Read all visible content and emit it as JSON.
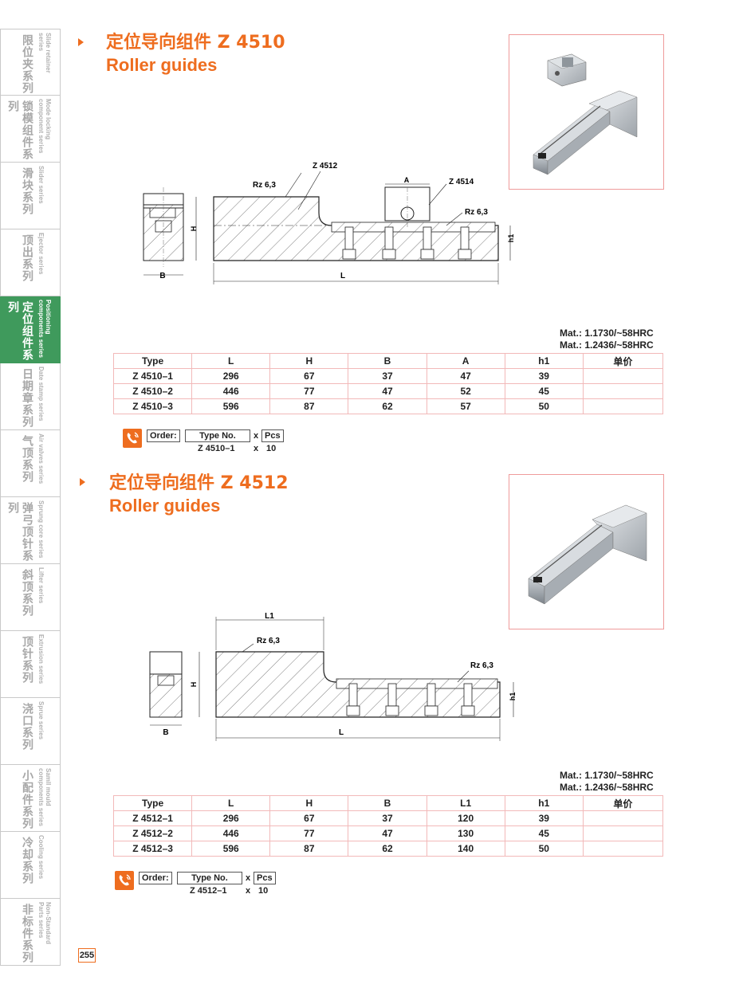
{
  "sidebar": {
    "tabs": [
      {
        "zh": "限位夹系列",
        "en": "Slide retainer series",
        "active": false
      },
      {
        "zh": "锁模组件系列",
        "en": "Mode locking\ncomponent series",
        "active": false
      },
      {
        "zh": "滑块系列",
        "en": "Slider series",
        "active": false
      },
      {
        "zh": "顶出系列",
        "en": "Ejector series",
        "active": false
      },
      {
        "zh": "定位组件系列",
        "en": "Positioning\ncomponents series",
        "active": true
      },
      {
        "zh": "日期章系列",
        "en": "Date stamp series",
        "active": false
      },
      {
        "zh": "气顶系列",
        "en": "Air valves series",
        "active": false
      },
      {
        "zh": "弹弓顶针系列",
        "en": "Sprung core series",
        "active": false
      },
      {
        "zh": "斜顶系列",
        "en": "Lifter series",
        "active": false
      },
      {
        "zh": "顶针系列",
        "en": "Extrusion series",
        "active": false
      },
      {
        "zh": "浇口系列",
        "en": "Sprue series",
        "active": false
      },
      {
        "zh": "小配件系列",
        "en": "Samll mould\ncomponents series",
        "active": false
      },
      {
        "zh": "冷却系列",
        "en": "Cooling series",
        "active": false
      },
      {
        "zh": "非标件系列",
        "en": "Non-Standard\nParts series",
        "active": false
      }
    ]
  },
  "section1": {
    "title_zh": "定位导向组件 Z 4510",
    "title_en": "Roller guides",
    "drawing": {
      "label_z4512": "Z 4512",
      "label_z4514": "Z 4514",
      "label_rz1": "Rz 6,3",
      "label_rz2": "Rz 6,3",
      "label_a": "A",
      "label_h": "H",
      "label_h1": "h1",
      "label_b": "B",
      "label_l": "L"
    },
    "mat_line1": "Mat.: 1.1730/~58HRC",
    "mat_line2": "Mat.: 1.2436/~58HRC",
    "table": {
      "headers": [
        "Type",
        "L",
        "H",
        "B",
        "A",
        "h1",
        "单价"
      ],
      "rows": [
        [
          "Z 4510–1",
          "296",
          "67",
          "37",
          "47",
          "39",
          ""
        ],
        [
          "Z 4510–2",
          "446",
          "77",
          "47",
          "52",
          "45",
          ""
        ],
        [
          "Z 4510–3",
          "596",
          "87",
          "62",
          "57",
          "50",
          ""
        ]
      ]
    },
    "order": {
      "label": "Order:",
      "type_no": "Type No.",
      "x": "x",
      "pcs": "Pcs",
      "example_type": "Z 4510–1",
      "example_x": "x",
      "example_qty": "10"
    }
  },
  "section2": {
    "title_zh": "定位导向组件 Z 4512",
    "title_en": "Roller guides",
    "drawing": {
      "label_l1": "L1",
      "label_rz1": "Rz 6,3",
      "label_rz2": "Rz 6,3",
      "label_h": "H",
      "label_h1": "h1",
      "label_b": "B",
      "label_l": "L"
    },
    "mat_line1": "Mat.: 1.1730/~58HRC",
    "mat_line2": "Mat.: 1.2436/~58HRC",
    "table": {
      "headers": [
        "Type",
        "L",
        "H",
        "B",
        "L1",
        "h1",
        "单价"
      ],
      "rows": [
        [
          "Z 4512–1",
          "296",
          "67",
          "37",
          "120",
          "39",
          ""
        ],
        [
          "Z 4512–2",
          "446",
          "77",
          "47",
          "130",
          "45",
          ""
        ],
        [
          "Z 4512–3",
          "596",
          "87",
          "62",
          "140",
          "50",
          ""
        ]
      ]
    },
    "order": {
      "label": "Order:",
      "type_no": "Type No.",
      "x": "x",
      "pcs": "Pcs",
      "example_type": "Z 4512–1",
      "example_x": "x",
      "example_qty": "10"
    }
  },
  "page_number": "255",
  "colors": {
    "accent": "#ee6d1f",
    "active_tab": "#3f9a5c",
    "table_border": "#f2b9b9"
  }
}
